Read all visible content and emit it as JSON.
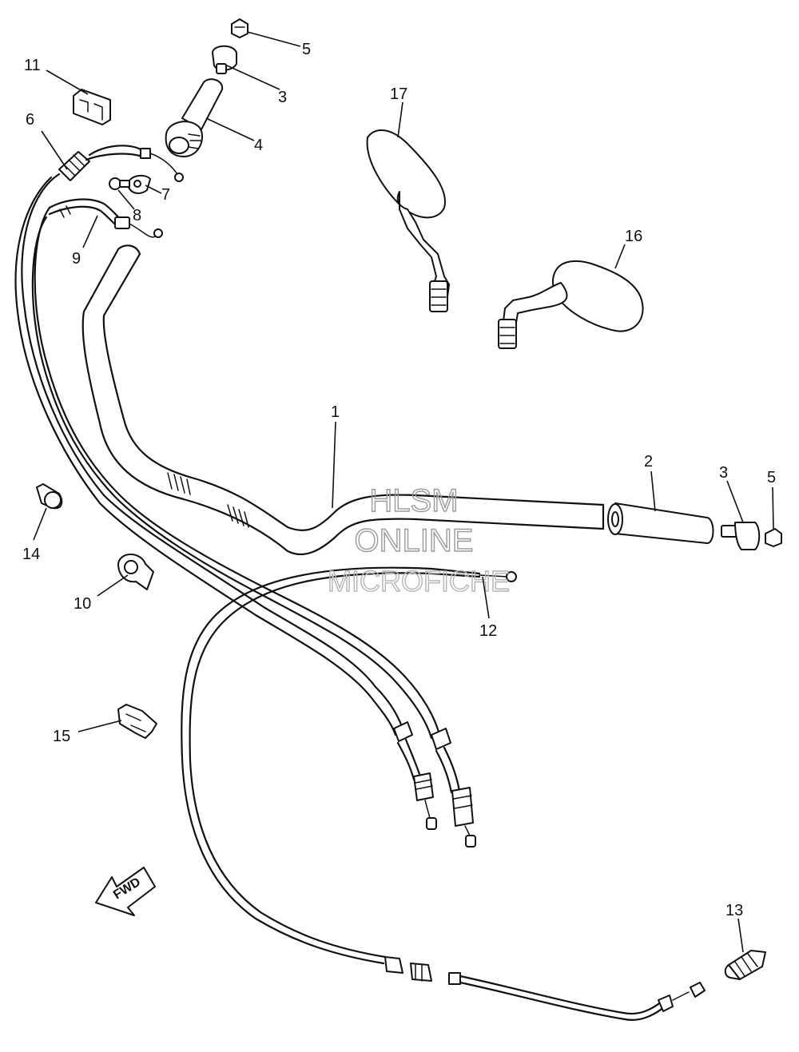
{
  "callouts": {
    "p1": "1",
    "p2": "2",
    "p3a": "3",
    "p3b": "3",
    "p4": "4",
    "p5a": "5",
    "p5b": "5",
    "p6": "6",
    "p7": "7",
    "p8": "8",
    "p9": "9",
    "p10": "10",
    "p11": "11",
    "p12": "12",
    "p13": "13",
    "p14": "14",
    "p15": "15",
    "p16": "16",
    "p17": "17"
  },
  "watermark": {
    "line1": "HLSM",
    "line2": "ONLINE",
    "line3": "MICROFICHE"
  },
  "fwd_label": "FWD"
}
